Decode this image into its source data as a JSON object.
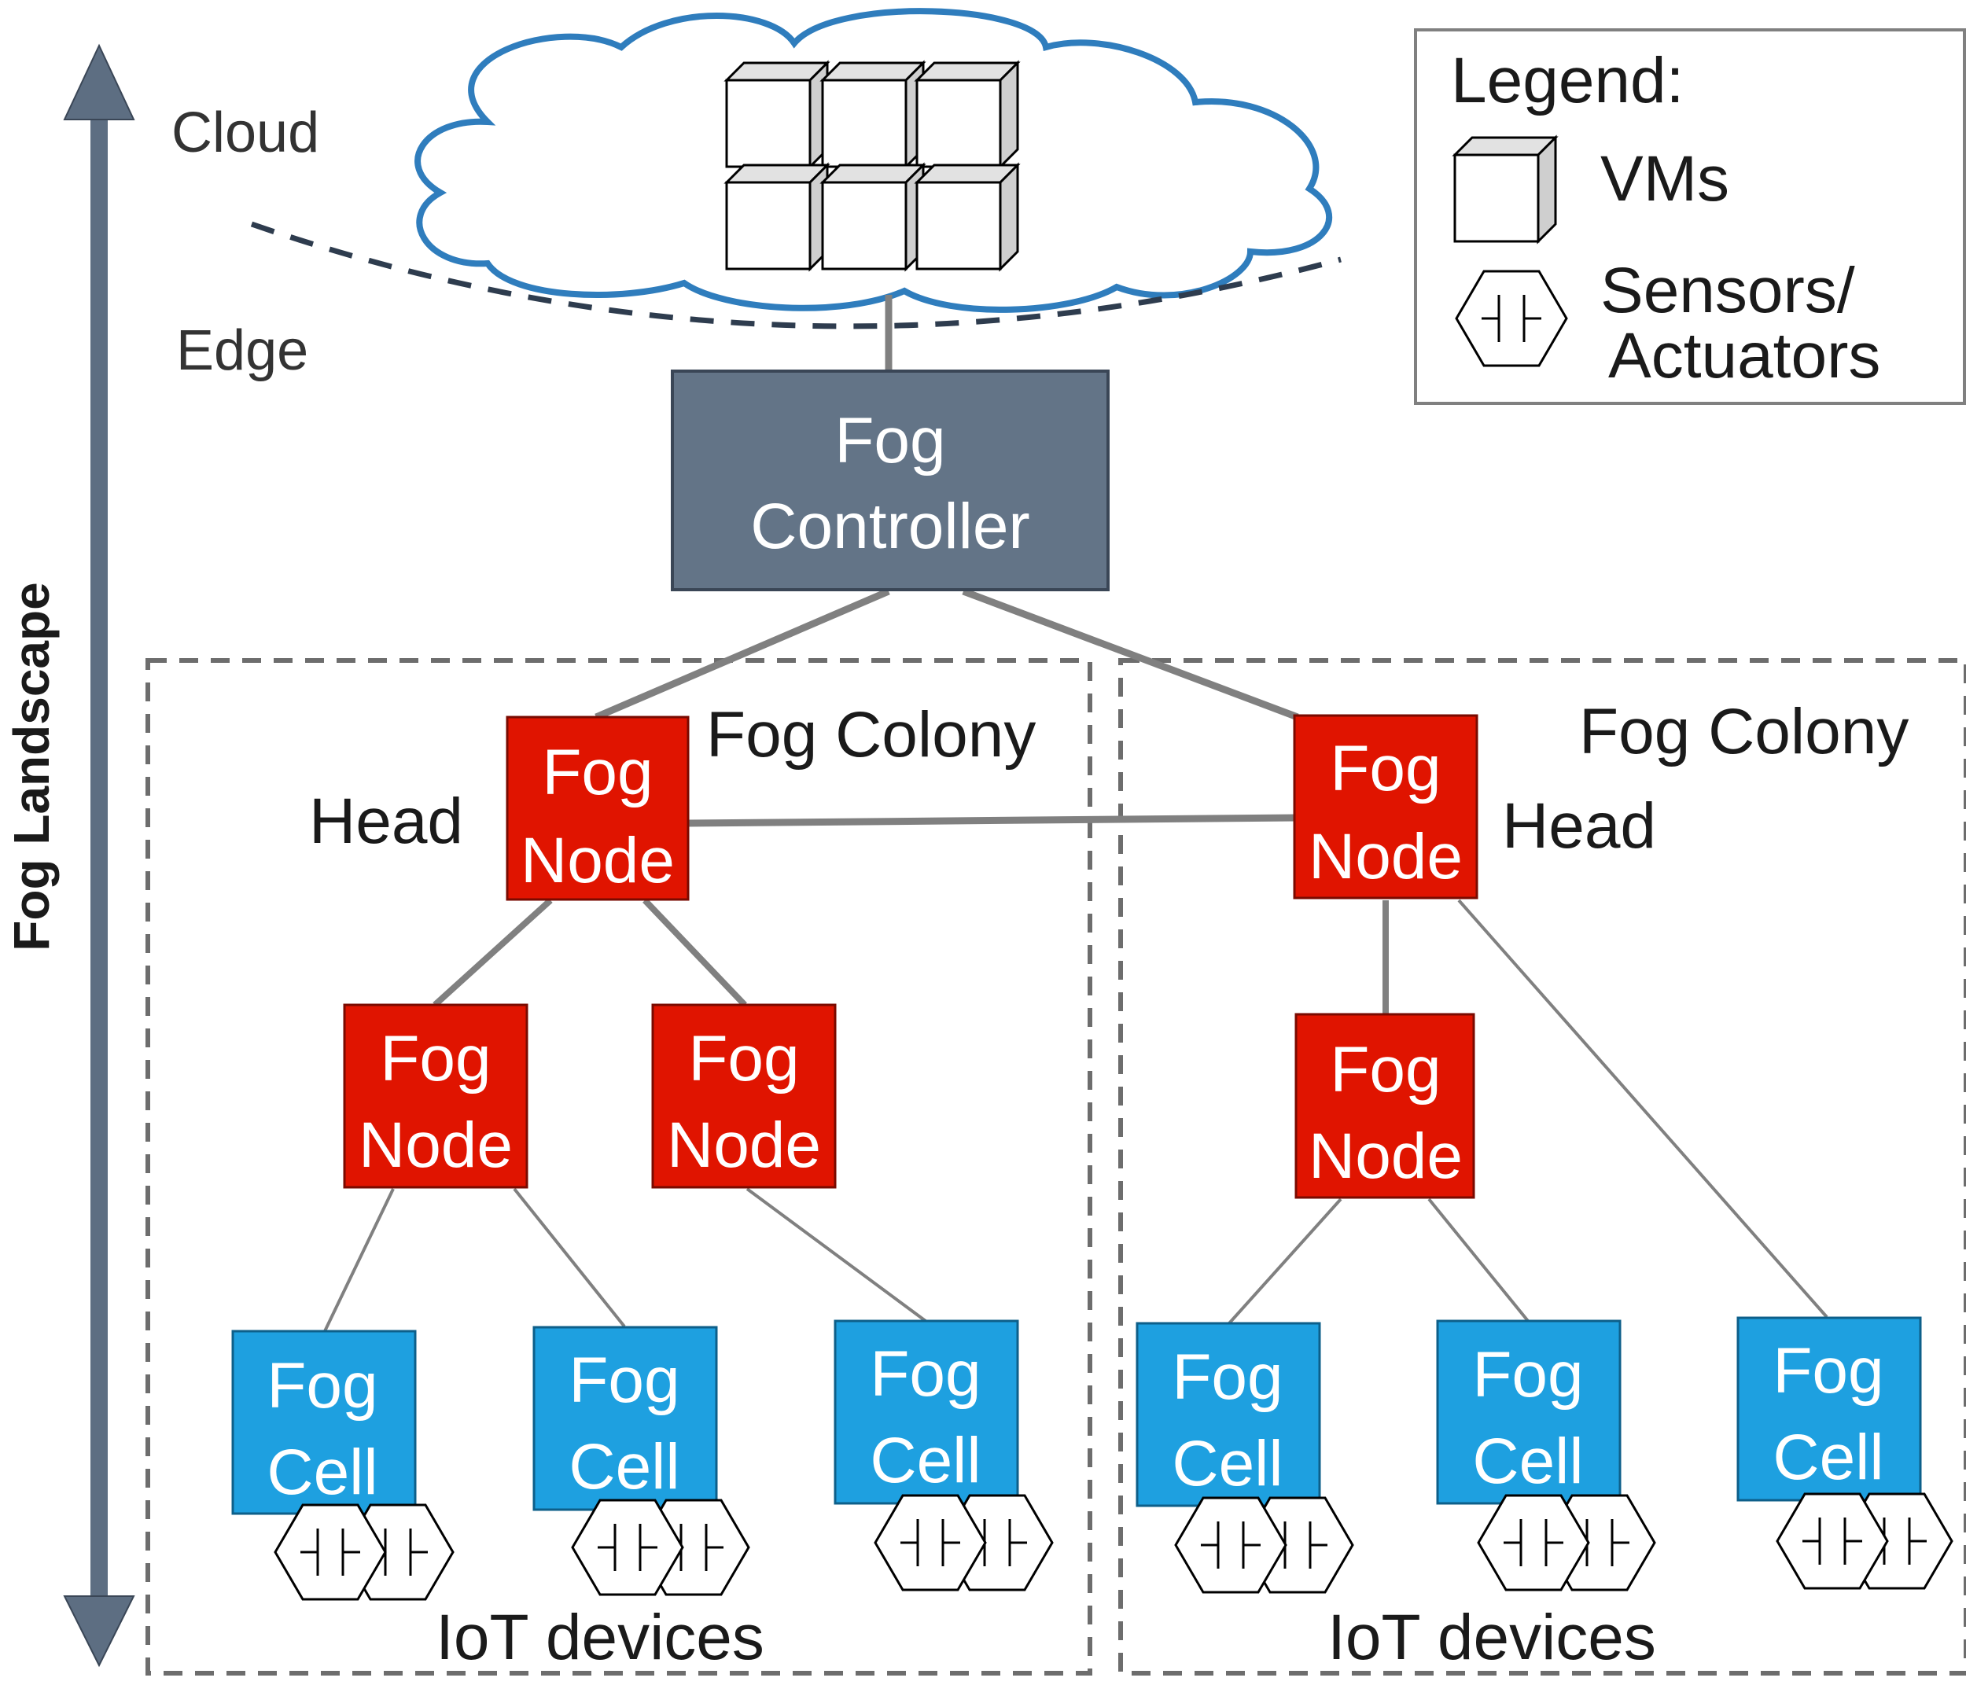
{
  "labels": {
    "cloud": "Cloud",
    "edge": "Edge",
    "landscape": "Fog Landscape",
    "controller_line1": "Fog",
    "controller_line2": "Controller",
    "colony_left": "Fog Colony",
    "colony_right": "Fog Colony",
    "head_left": "Head",
    "head_right": "Head",
    "iot_left": "IoT devices",
    "iot_right": "IoT devices"
  },
  "fog_nodes": [
    {
      "line1": "Fog",
      "line2": "Node"
    },
    {
      "line1": "Fog",
      "line2": "Node"
    },
    {
      "line1": "Fog",
      "line2": "Node"
    },
    {
      "line1": "Fog",
      "line2": "Node"
    },
    {
      "line1": "Fog",
      "line2": "Node"
    }
  ],
  "fog_cells": [
    {
      "line1": "Fog",
      "line2": "Cell"
    },
    {
      "line1": "Fog",
      "line2": "Cell"
    },
    {
      "line1": "Fog",
      "line2": "Cell"
    },
    {
      "line1": "Fog",
      "line2": "Cell"
    },
    {
      "line1": "Fog",
      "line2": "Cell"
    },
    {
      "line1": "Fog",
      "line2": "Cell"
    }
  ],
  "legend": {
    "title": "Legend:",
    "vms": "VMs",
    "sensors_line1": "Sensors/",
    "sensors_line2": "Actuators"
  },
  "colors": {
    "controller": "#637487",
    "fog_node": "#e01400",
    "fog_cell": "#1ea0e0",
    "cloud_outline": "#2f7dbd",
    "arrow": "#5d6e82",
    "link": "#808080",
    "dash": "#2e3c4e"
  }
}
